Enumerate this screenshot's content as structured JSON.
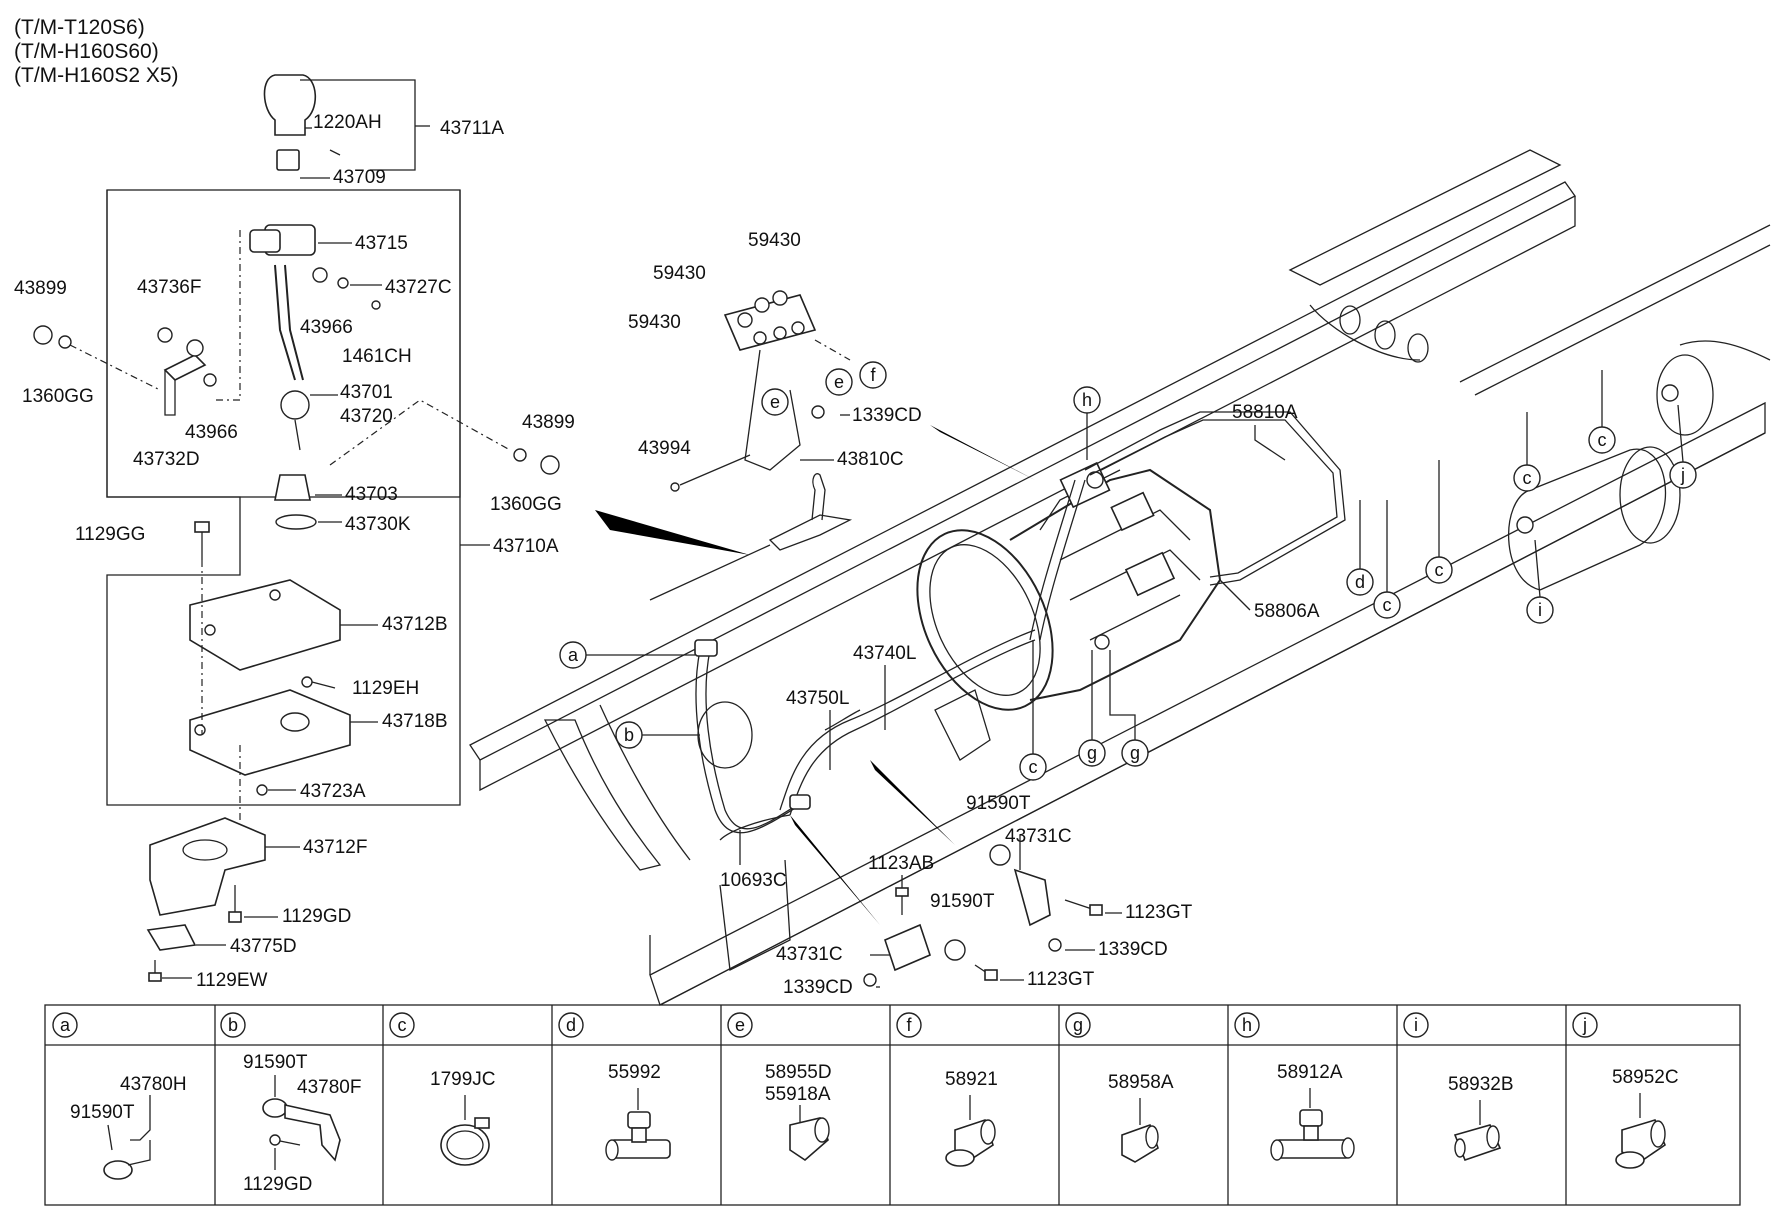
{
  "header": {
    "variants": [
      "(T/M-T120S6)",
      "(T/M-H160S60)",
      "(T/M-H160S2 X5)"
    ]
  },
  "labels": {
    "p43711A": "43711A",
    "p1220AH": "1220AH",
    "p43709": "43709",
    "p43715": "43715",
    "p43727C": "43727C",
    "p43966a": "43966",
    "p1461CH": "1461CH",
    "p43701": "43701",
    "p43720": "43720",
    "p43736F": "43736F",
    "p43899a": "43899",
    "p1360GGa": "1360GG",
    "p43966b": "43966",
    "p43732D": "43732D",
    "p43703": "43703",
    "p43730K": "43730K",
    "p43899b": "43899",
    "p1360GGb": "1360GG",
    "p43710A": "43710A",
    "p1129GG": "1129GG",
    "p43712B": "43712B",
    "p1129EH": "1129EH",
    "p43718B": "43718B",
    "p43723A": "43723A",
    "p43712F": "43712F",
    "p1129GD": "1129GD",
    "p43775D": "43775D",
    "p1129EW": "1129EW",
    "p59430a": "59430",
    "p59430b": "59430",
    "p59430c": "59430",
    "p43994": "43994",
    "p1339CDa": "1339CD",
    "p43810C": "43810C",
    "p58810A": "58810A",
    "p58806A": "58806A",
    "p43740L": "43740L",
    "p43750L": "43750L",
    "p10693C": "10693C",
    "p91590Ta": "91590T",
    "p43731Ca": "43731C",
    "p1123GTa": "1123GT",
    "p1339CDb": "1339CD",
    "p1123AB": "1123AB",
    "p91590Tb": "91590T",
    "p43731Cb": "43731C",
    "p1123GTb": "1123GT",
    "p1339CDc": "1339CD"
  },
  "callouts": {
    "a": "a",
    "b": "b",
    "c": "c",
    "d": "d",
    "e": "e",
    "f": "f",
    "g": "g",
    "h": "h",
    "i": "i",
    "j": "j"
  },
  "legend": [
    {
      "key": "a",
      "parts": [
        "43780H",
        "91590T"
      ]
    },
    {
      "key": "b",
      "parts": [
        "91590T",
        "43780F",
        "1129GD"
      ]
    },
    {
      "key": "c",
      "parts": [
        "1799JC"
      ]
    },
    {
      "key": "d",
      "parts": [
        "55992"
      ]
    },
    {
      "key": "e",
      "parts": [
        "58955D",
        "55918A"
      ]
    },
    {
      "key": "f",
      "parts": [
        "58921"
      ]
    },
    {
      "key": "g",
      "parts": [
        "58958A"
      ]
    },
    {
      "key": "h",
      "parts": [
        "58912A"
      ]
    },
    {
      "key": "i",
      "parts": [
        "58932B"
      ]
    },
    {
      "key": "j",
      "parts": [
        "58952C"
      ]
    }
  ]
}
